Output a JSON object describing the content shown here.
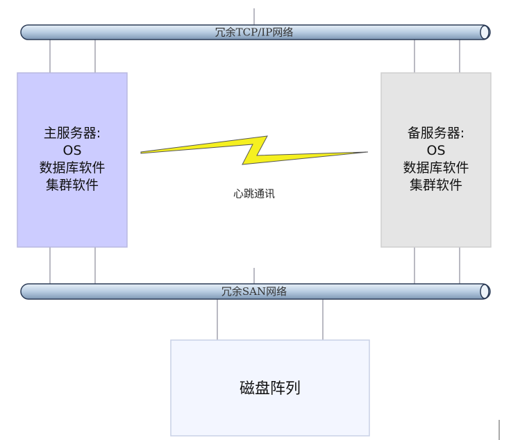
{
  "networks": {
    "tcp": {
      "label": "冗余TCP/IP网络"
    },
    "san": {
      "label": "冗余SAN网络"
    }
  },
  "primary_server": {
    "lines": [
      "主服务器:",
      "OS",
      "数据库软件",
      "集群软件"
    ],
    "fill": "#ccccff"
  },
  "backup_server": {
    "lines": [
      "备服务器:",
      "OS",
      "数据库软件",
      "集群软件"
    ],
    "fill": "#e5e5e5"
  },
  "heartbeat": {
    "label": "心跳通讯",
    "color": "#f5f020"
  },
  "storage": {
    "label": "磁盘阵列",
    "fill": "#f3f6ff"
  },
  "colors": {
    "pipe": "#c9d9ea",
    "pipe_edge": "#2a3a55",
    "connector": "#8a8a99"
  }
}
